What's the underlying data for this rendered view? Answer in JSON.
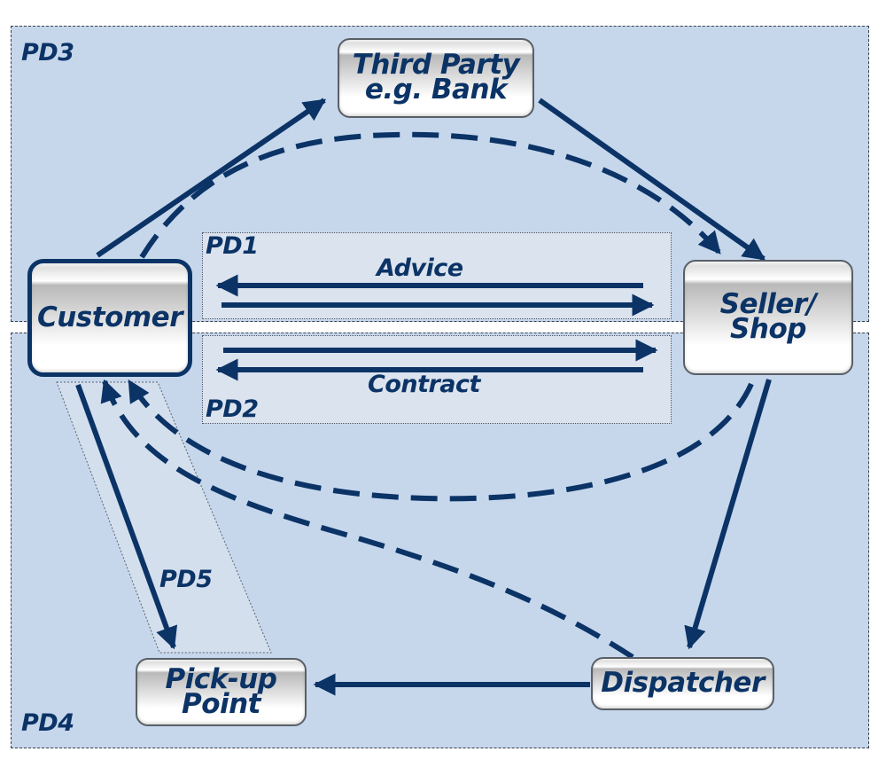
{
  "colors": {
    "region_fill": "#c6d7ec",
    "subregion_fill": "#dbe3ee",
    "arrow": "#0b3366",
    "text": "#0b3366",
    "node_border": "#5a5f66"
  },
  "regions": {
    "pd3": "PD3",
    "pd4": "PD4",
    "pd1": "PD1",
    "pd2": "PD2",
    "pd5": "PD5"
  },
  "nodes": {
    "third_party": [
      "Third Party",
      "e.g. Bank"
    ],
    "customer": [
      "Customer"
    ],
    "seller": [
      "Seller/",
      "Shop"
    ],
    "pickup": [
      "Pick-up",
      "Point"
    ],
    "dispatcher": [
      "Dispatcher"
    ]
  },
  "flows": {
    "advice": "Advice",
    "contract": "Contract"
  },
  "edges": [
    {
      "from": "customer",
      "to": "third_party",
      "style": "solid"
    },
    {
      "from": "third_party",
      "to": "seller",
      "style": "solid"
    },
    {
      "from": "customer",
      "to": "seller",
      "style": "dashed",
      "via": "top-arc"
    },
    {
      "from": "seller",
      "to": "customer",
      "style": "solid",
      "group": "advice"
    },
    {
      "from": "customer",
      "to": "seller",
      "style": "solid",
      "group": "advice"
    },
    {
      "from": "customer",
      "to": "seller",
      "style": "solid",
      "group": "contract"
    },
    {
      "from": "seller",
      "to": "customer",
      "style": "solid",
      "group": "contract"
    },
    {
      "from": "seller",
      "to": "customer",
      "style": "dashed",
      "via": "bottom-arc"
    },
    {
      "from": "dispatcher",
      "to": "customer",
      "style": "dashed"
    },
    {
      "from": "seller",
      "to": "dispatcher",
      "style": "solid"
    },
    {
      "from": "dispatcher",
      "to": "pickup",
      "style": "solid"
    },
    {
      "from": "customer",
      "to": "pickup",
      "style": "solid",
      "group": "pd5"
    }
  ]
}
